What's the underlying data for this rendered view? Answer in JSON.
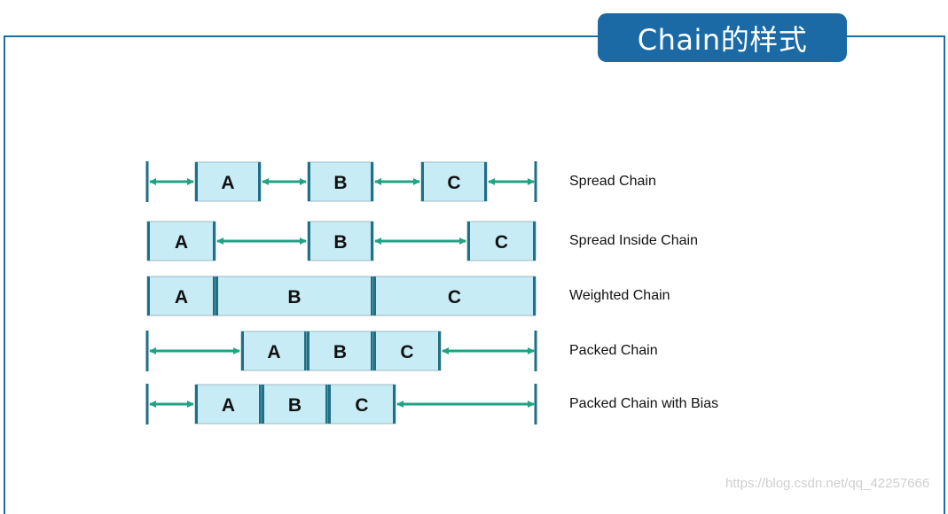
{
  "title": "Chain的样式",
  "rows": [
    {
      "label": "Spread Chain",
      "boxes": [
        "A",
        "B",
        "C"
      ]
    },
    {
      "label": "Spread Inside Chain",
      "boxes": [
        "A",
        "B",
        "C"
      ]
    },
    {
      "label": "Weighted Chain",
      "boxes": [
        "A",
        "B",
        "C"
      ]
    },
    {
      "label": "Packed Chain",
      "boxes": [
        "A",
        "B",
        "C"
      ]
    },
    {
      "label": "Packed Chain with Bias",
      "boxes": [
        "A",
        "B",
        "C"
      ]
    }
  ],
  "watermark": "https://blog.csdn.net/qq_42257666",
  "colors": {
    "frame": "#1d6fa3",
    "title_bg": "#1b6aa5",
    "box_fill": "#c8ecf5",
    "box_stroke": "#9bb8c4",
    "edge": "#1f6f86",
    "arrow": "#1fa383"
  }
}
